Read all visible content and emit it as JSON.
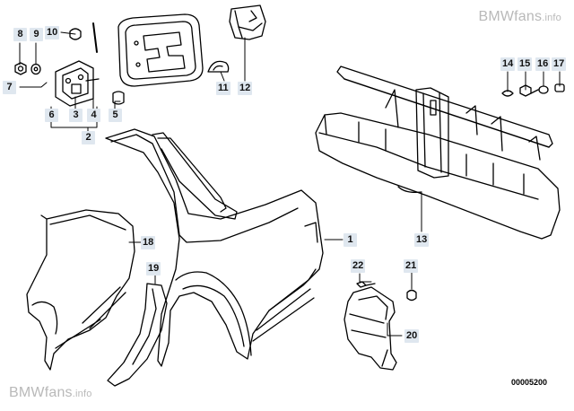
{
  "watermark": {
    "brand": "BMWfans",
    "suffix": ".info"
  },
  "diagram_code": "00005200",
  "callouts": {
    "c1": "1",
    "c2": "2",
    "c3": "3",
    "c4": "4",
    "c5": "5",
    "c6": "6",
    "c7": "7",
    "c8": "8",
    "c9": "9",
    "c10": "10",
    "c11": "11",
    "c12": "12",
    "c13": "13",
    "c14": "14",
    "c15": "15",
    "c16": "16",
    "c17": "17",
    "c18": "18",
    "c19": "19",
    "c20": "20",
    "c21": "21",
    "c22": "22"
  },
  "colors": {
    "line": "#000000",
    "callout_bg": "#dfe7ef",
    "watermark": "#b9b9b9"
  }
}
